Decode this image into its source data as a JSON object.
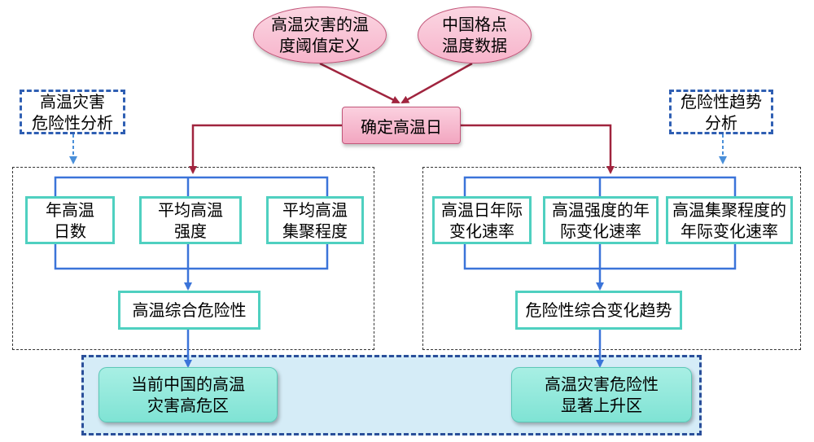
{
  "top_inputs": {
    "threshold": "高温灾害的温\n度阈值定义",
    "grid_data": "中国格点\n温度数据"
  },
  "center_node": "确定高温日",
  "left_header": "高温灾害\n危险性分析",
  "right_header": "危险性趋势\n分析",
  "left_indicators": [
    "年高温\n日数",
    "平均高温\n强度",
    "平均高温\n集聚程度"
  ],
  "left_combined": "高温综合危险性",
  "right_indicators": [
    "高温日年际\n变化速率",
    "高温强度的年\n际变化速率",
    "高温集聚程度的\n年际变化速率"
  ],
  "right_combined": "危险性综合变化趋势",
  "results": {
    "left": "当前中国的高温\n灾害高危区",
    "right": "高温灾害危险性\n显著上升区"
  },
  "colors": {
    "maroon_arrow": "#a0243e",
    "blue_arrow": "#3b74d9",
    "teal_border": "#4fd0c0",
    "dashed_header": "#2f5fb3"
  }
}
